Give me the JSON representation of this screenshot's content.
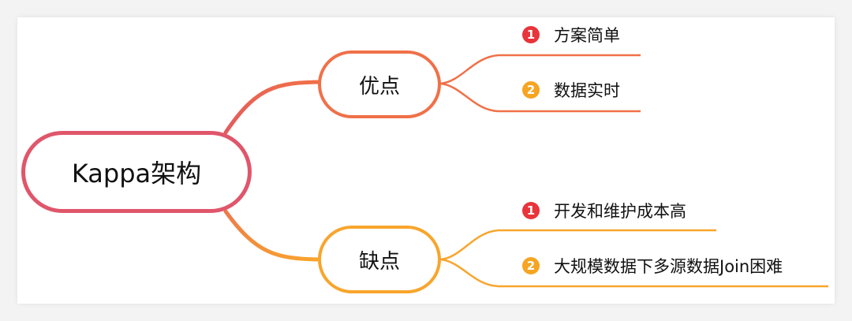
{
  "root": {
    "label": "Kappa架构"
  },
  "pros": {
    "label": "优点",
    "items": [
      {
        "badge": "1",
        "label": "方案简单"
      },
      {
        "badge": "2",
        "label": "数据实时"
      }
    ]
  },
  "cons": {
    "label": "缺点",
    "items": [
      {
        "badge": "1",
        "label": "开发和维护成本高"
      },
      {
        "badge": "2",
        "label": "大规模数据下多源数据Join困难"
      }
    ]
  },
  "colors": {
    "root_border": "#e0566a",
    "pros_border": "#f07048",
    "cons_border": "#f8a52c",
    "badge_first": "#e8343a",
    "badge_second": "#f6a422"
  },
  "icons": [
    "number-one-badge-icon",
    "number-two-badge-icon"
  ]
}
